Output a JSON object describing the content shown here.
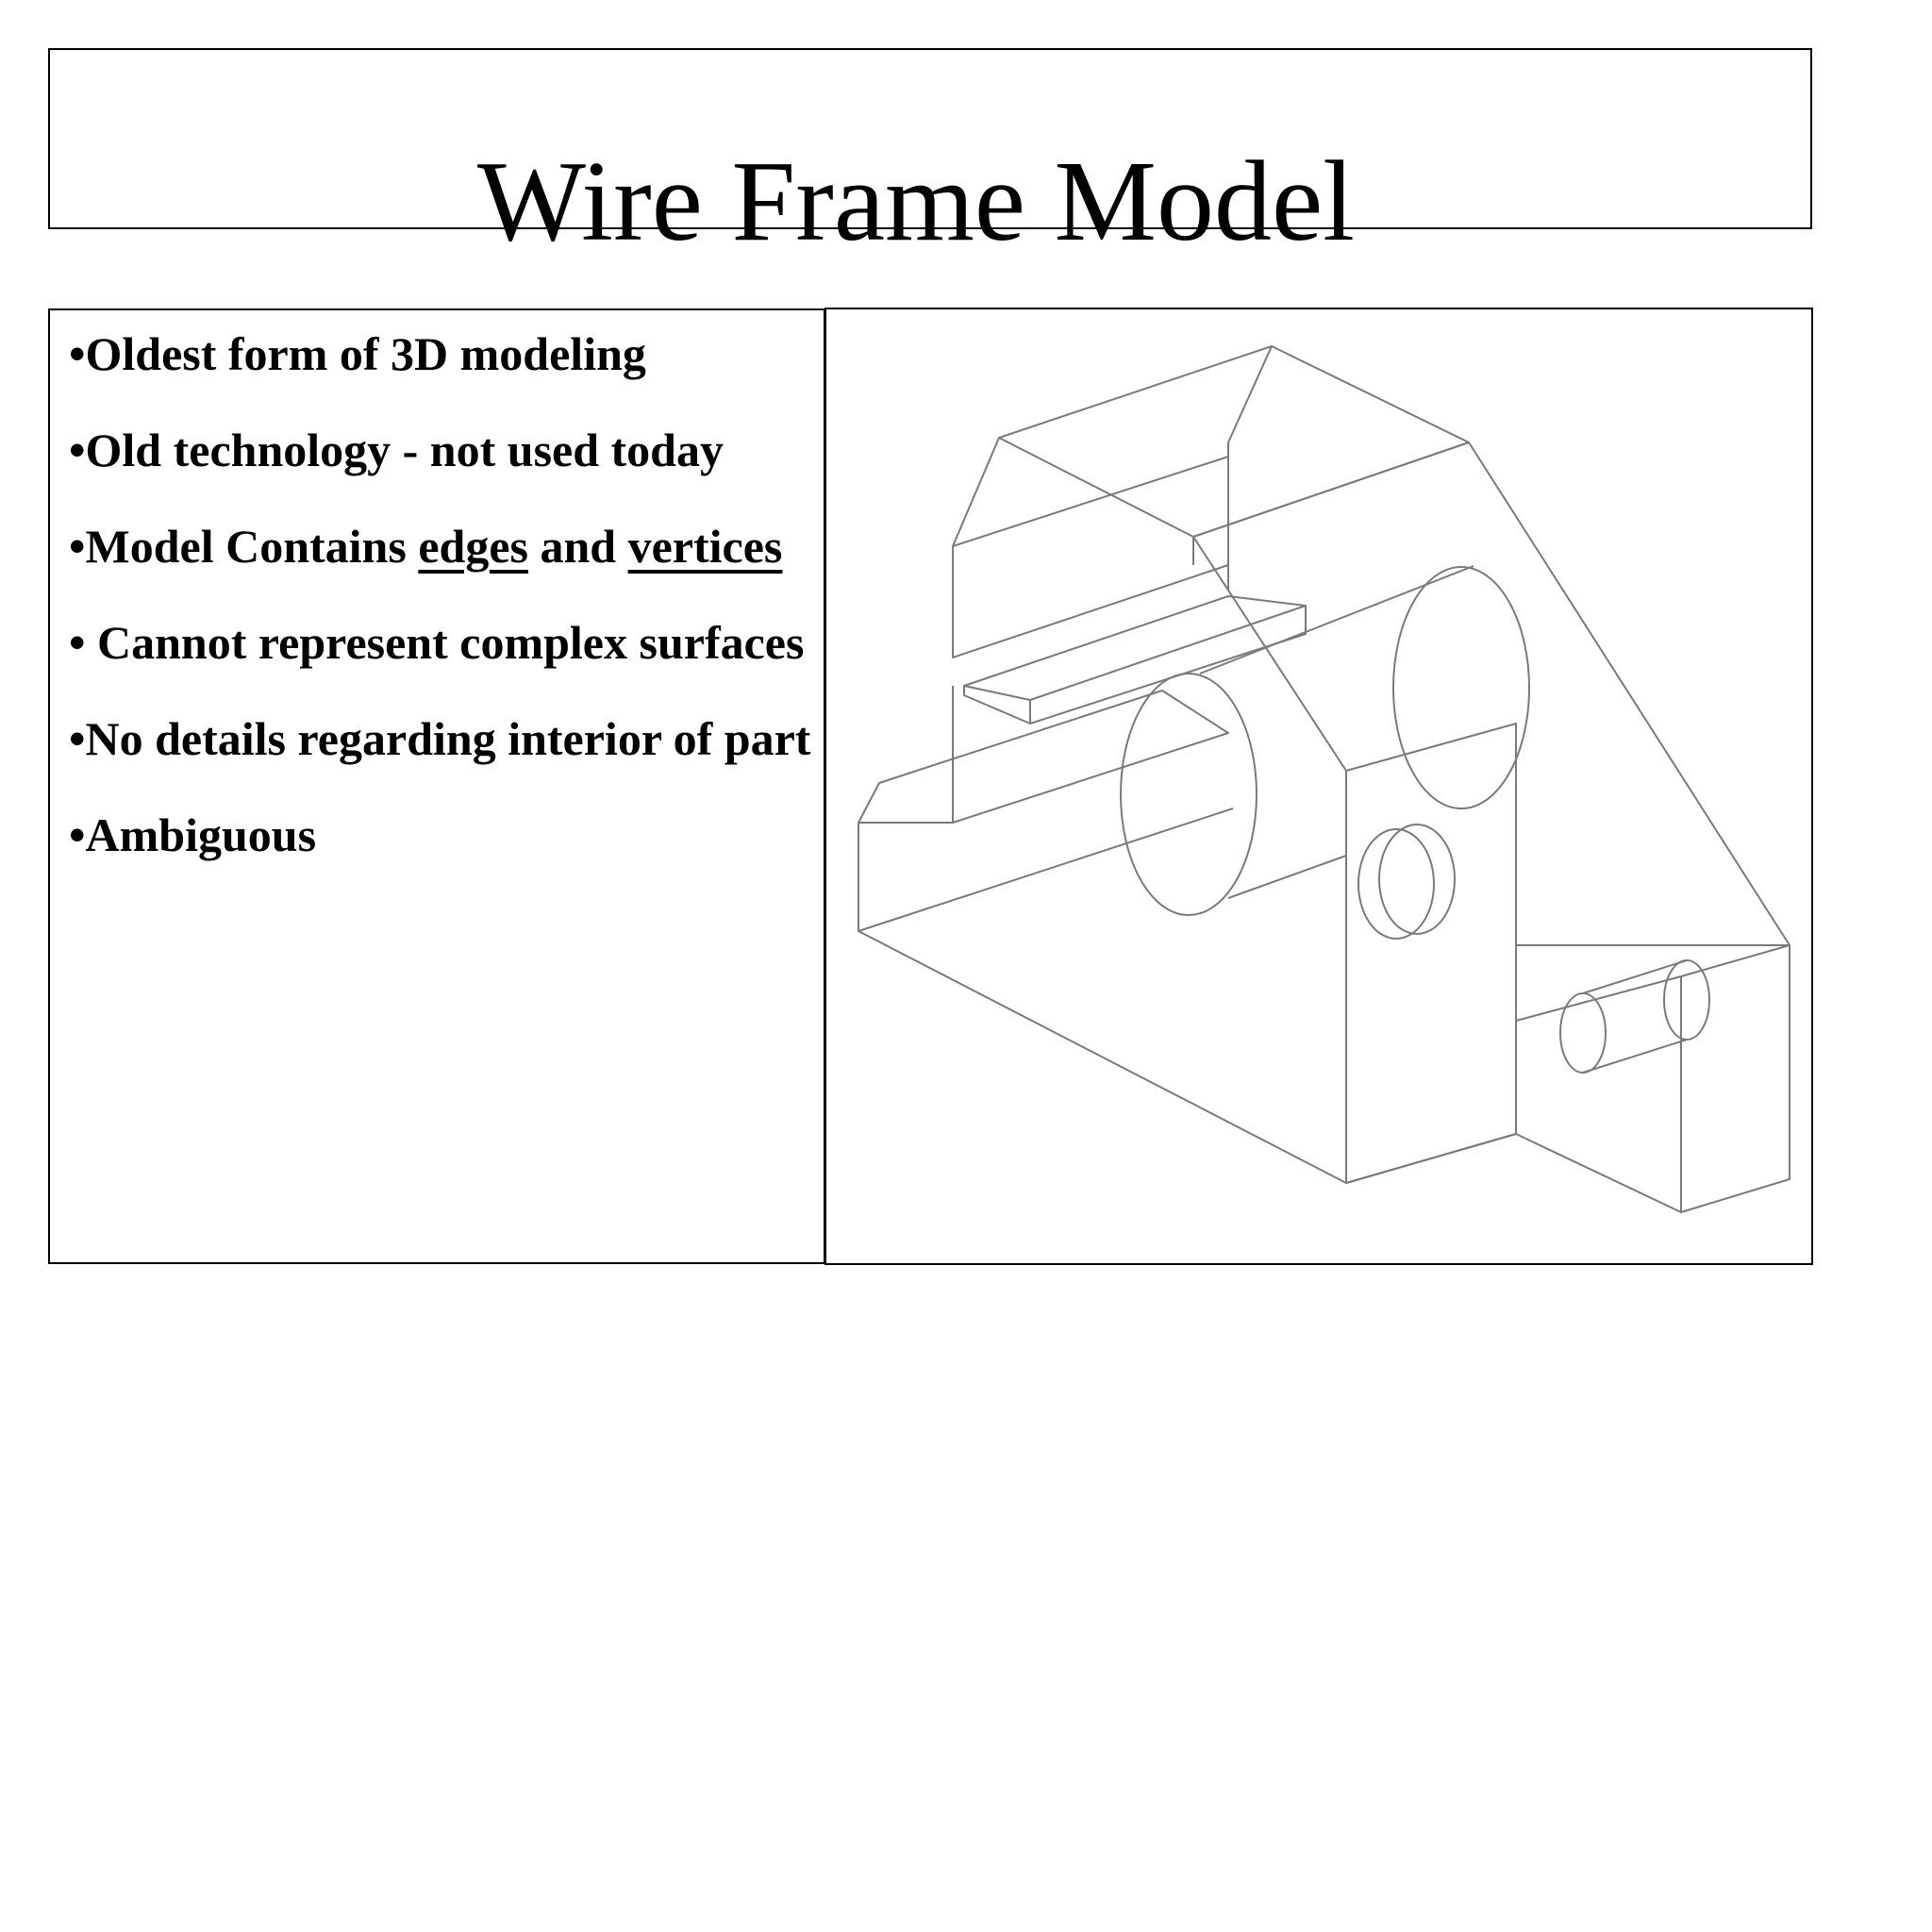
{
  "slide": {
    "title": "Wire Frame Model",
    "bullets": [
      {
        "bullet": "•",
        "text": "Oldest form of 3D modeling"
      },
      {
        "bullet": "•",
        "text": "Old technology - not used today"
      },
      {
        "bullet": "•",
        "pre": "Model Contains ",
        "edges": "edges",
        "mid": " and ",
        "vertices": "vertices"
      },
      {
        "bullet": "• ",
        "text": "Cannot represent complex surfaces"
      },
      {
        "bullet": "•",
        "text": "No details regarding interior of part"
      },
      {
        "bullet": "•",
        "text": "Ambiguous"
      }
    ]
  },
  "figure": {
    "description_icon": "wireframe-part-drawing",
    "line_color": "#7a7a7a"
  }
}
